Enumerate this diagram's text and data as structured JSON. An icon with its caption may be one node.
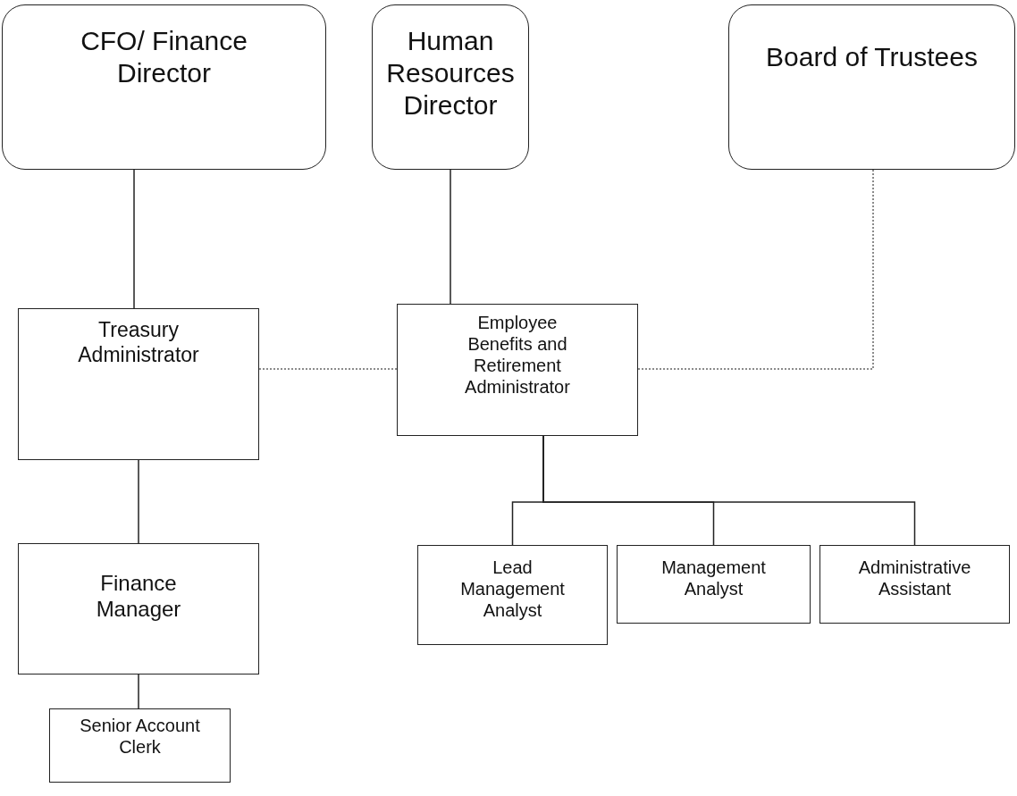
{
  "diagram": {
    "nodes": [
      {
        "text": [
          "CFO/ Finance Director"
        ]
      },
      {
        "text": [
          "Human Resources Director"
        ]
      },
      {
        "text": [
          "Board of Trustees"
        ]
      },
      {
        "text": [
          "Treasury Administrator"
        ]
      },
      {
        "text": [
          "Employee Benefits and Retirement Administrator"
        ]
      },
      {
        "text": [
          "Lead Management Analyst"
        ]
      },
      {
        "text": [
          "Management Analyst"
        ]
      },
      {
        "text": [
          "Administrative Assistant"
        ]
      },
      {
        "text": [
          "Finance Manager"
        ]
      },
      {
        "text": [
          "Senior Account Clerk"
        ]
      }
    ],
    "edges": [
      {
        "from": 0,
        "to": 3,
        "arrow": "none"
      },
      {
        "from": 1,
        "to": 4,
        "arrow": "none"
      },
      {
        "from": 2,
        "to": 4,
        "arrow": "none",
        "style": "dashed"
      },
      {
        "from": 3,
        "to": 4,
        "arrow": "none",
        "style": "dashed"
      },
      {
        "from": 4,
        "to": 5,
        "arrow": "none"
      },
      {
        "from": 4,
        "to": 6,
        "arrow": "none"
      },
      {
        "from": 4,
        "to": 7,
        "arrow": "none"
      },
      {
        "from": 3,
        "to": 8,
        "arrow": "none"
      },
      {
        "from": 8,
        "to": 9,
        "arrow": "none"
      }
    ]
  }
}
